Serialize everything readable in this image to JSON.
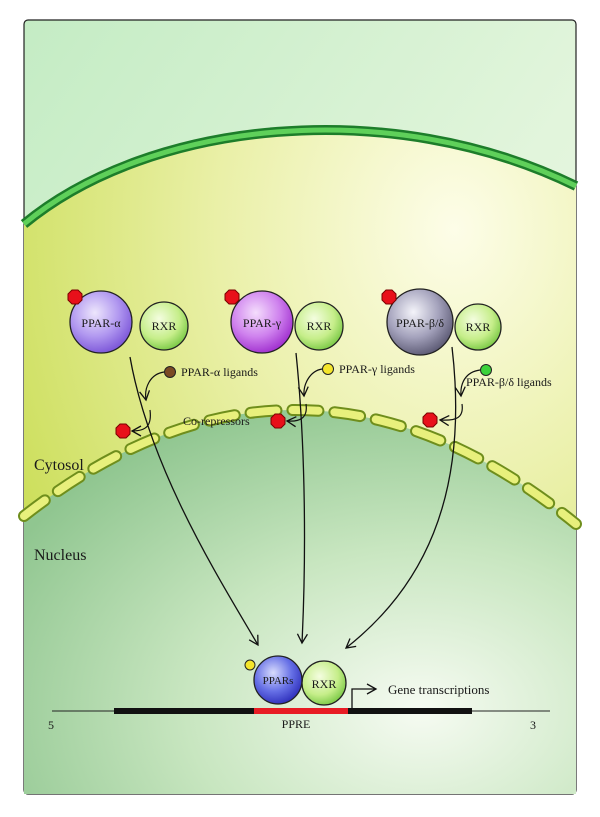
{
  "regions": {
    "cytosol_label": "Cytosol",
    "nucleus_label": "Nucleus"
  },
  "complexes": [
    {
      "receptor": "PPAR-α",
      "partner": "RXR",
      "ligand_label": "PPAR-α ligands",
      "receptor_color": "#8a63e6",
      "ligand_color": "#7a4a24"
    },
    {
      "receptor": "PPAR-γ",
      "partner": "RXR",
      "ligand_label": "PPAR-γ ligands",
      "receptor_color": "#b040e0",
      "ligand_color": "#f4e52c"
    },
    {
      "receptor": "PPAR-β/δ",
      "partner": "RXR",
      "ligand_label": "PPAR-β/δ ligands",
      "receptor_color": "#6c6a8c",
      "ligand_color": "#3bd23b"
    }
  ],
  "corepressors_label": "Co-repressors",
  "nuclear_complex": {
    "receptor": "PPARs",
    "partner": "RXR"
  },
  "dna": {
    "five_prime": "5",
    "three_prime": "3",
    "element": "PPRE",
    "transcription_label": "Gene transcriptions"
  },
  "colors": {
    "corepressor": "#e8101a",
    "membrane": "#2fa83a",
    "ppre": "#e81c24"
  }
}
